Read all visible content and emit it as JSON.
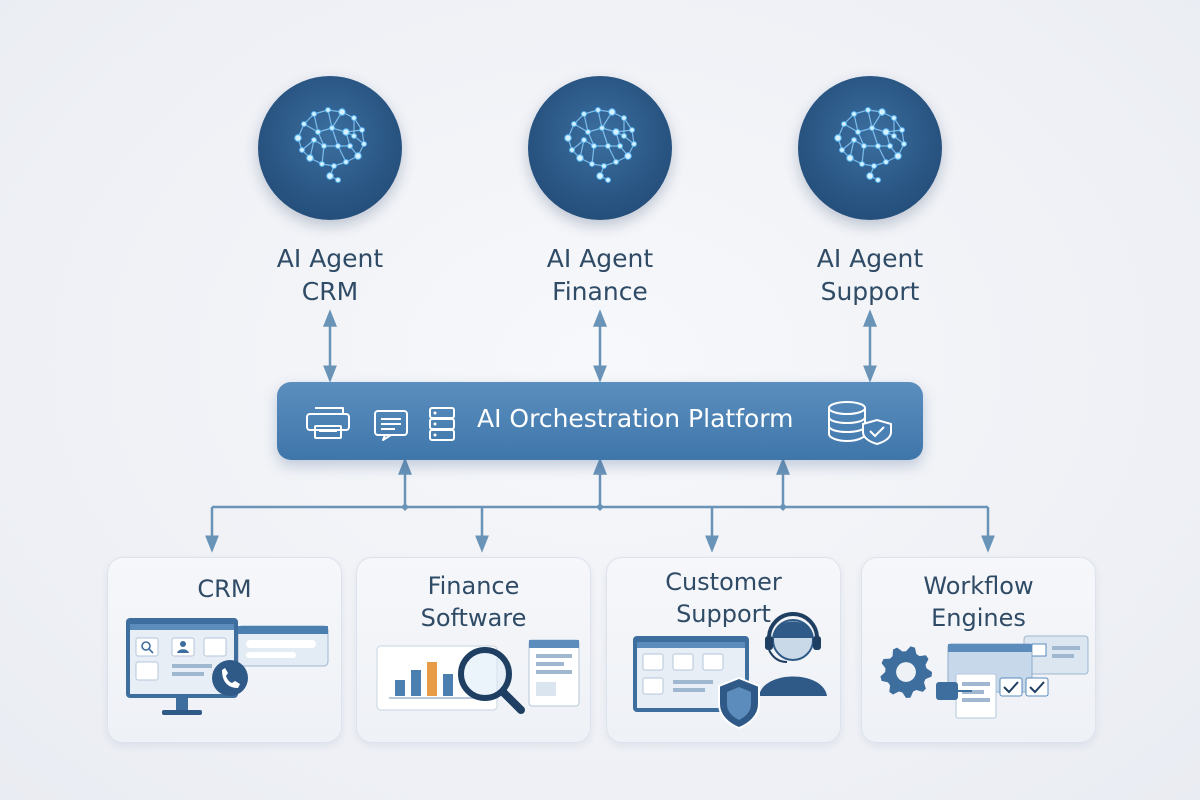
{
  "agents": [
    {
      "line1": "AI Agent",
      "line2": "CRM",
      "icon": "brain-network-icon"
    },
    {
      "line1": "AI Agent",
      "line2": "Finance",
      "icon": "brain-network-icon"
    },
    {
      "line1": "AI Agent",
      "line2": "Support",
      "icon": "brain-network-icon"
    }
  ],
  "platform": {
    "title": "AI Orchestration Platform",
    "icons": [
      "printer-icon",
      "chat-window-icon",
      "server-icon",
      "database-check-icon"
    ]
  },
  "systems": [
    {
      "line1": "CRM",
      "line2": "",
      "icon": "crm-dashboard-illustration"
    },
    {
      "line1": "Finance",
      "line2": "Software",
      "icon": "finance-chart-illustration"
    },
    {
      "line1": "Customer",
      "line2": "Support",
      "icon": "support-agent-illustration"
    },
    {
      "line1": "Workflow",
      "line2": "Engines",
      "icon": "workflow-gears-illustration"
    }
  ],
  "colors": {
    "background": "#eef0f5",
    "agent_circle": "#2a5684",
    "platform": "#4a80b3",
    "connector": "#6a93b8",
    "text": "#2f4b66"
  }
}
